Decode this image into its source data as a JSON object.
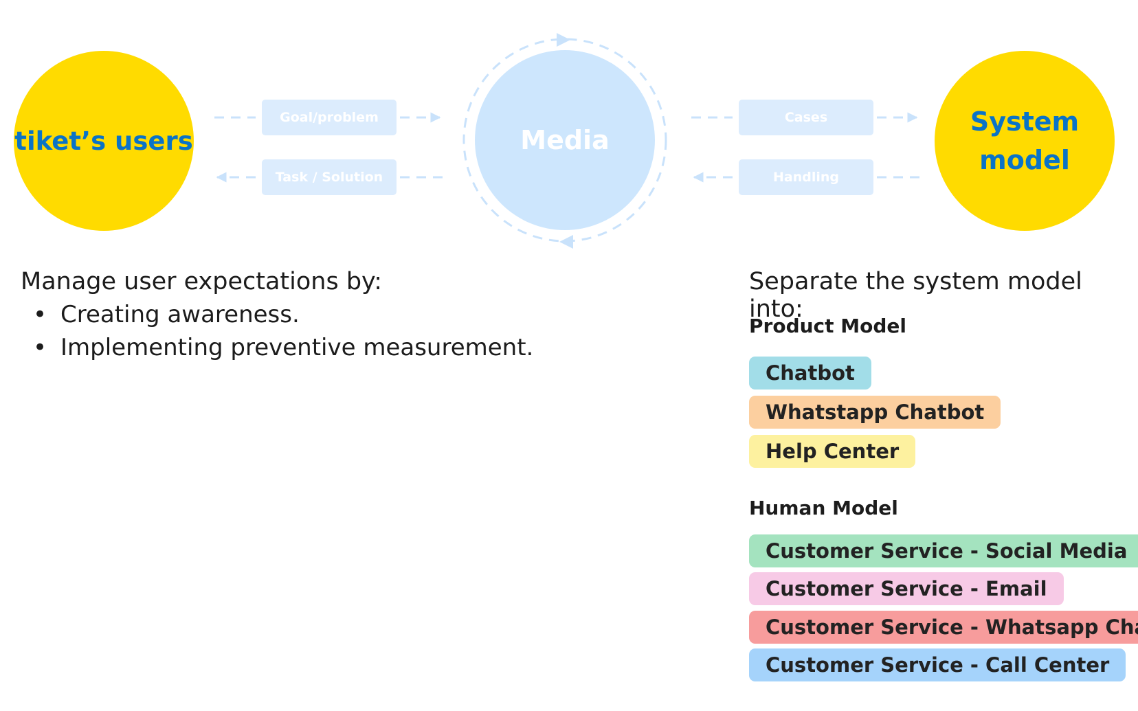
{
  "diagram": {
    "left_node": "tiket’s users",
    "center_node": "Media",
    "right_node_line1": "System",
    "right_node_line2": "model",
    "left_top_edge": "Goal/problem",
    "left_bottom_edge": "Task / Solution",
    "right_top_edge": "Cases",
    "right_bottom_edge": "Handling"
  },
  "left_text": {
    "heading": "Manage user expectations by:",
    "bullets": [
      "Creating awareness.",
      "Implementing preventive measurement."
    ]
  },
  "right_text": {
    "heading": "Separate the system model into:",
    "product_model": {
      "title": "Product Model",
      "items": [
        {
          "label": "Chatbot",
          "color": "#a2dde8"
        },
        {
          "label": "Whatstapp Chatbot",
          "color": "#fccf9f"
        },
        {
          "label": "Help Center",
          "color": "#fdf19f"
        }
      ]
    },
    "human_model": {
      "title": "Human Model",
      "items": [
        {
          "label": "Customer Service - Social Media",
          "color": "#a4e3bf"
        },
        {
          "label": "Customer Service - Email",
          "color": "#f7cae6"
        },
        {
          "label": "Customer Service - Whatsapp Chat",
          "color": "#f79c9c"
        },
        {
          "label": "Customer Service - Call Center",
          "color": "#a5d3fb"
        }
      ]
    }
  },
  "colors": {
    "node_yellow": "#ffdb00",
    "node_text_blue": "#0a73c7",
    "media_blue": "#cde6fd",
    "edge_box": "#dcecfd",
    "dashed_line": "#c9e2fb"
  }
}
